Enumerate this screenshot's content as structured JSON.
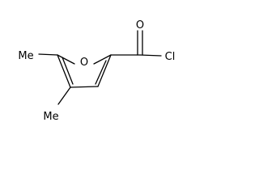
{
  "molecule": {
    "atoms": {
      "oxygen_ring": "O",
      "oxygen_carbonyl": "O",
      "chlorine": "Cl",
      "methyl_5": "Me",
      "methyl_4": "Me"
    }
  },
  "colors": {
    "background": "#ffffff",
    "ink": "#000000"
  }
}
